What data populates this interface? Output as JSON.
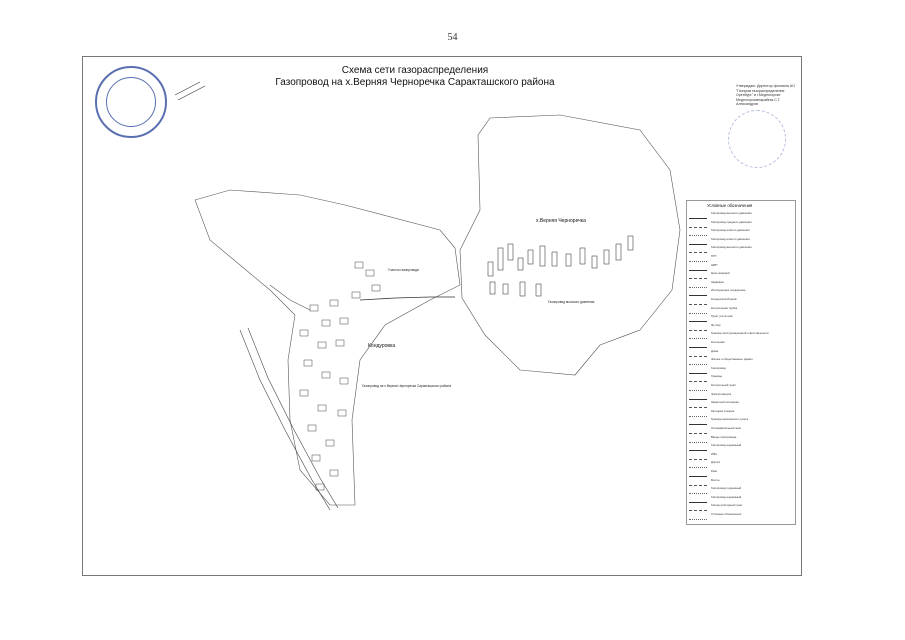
{
  "page_number": "54",
  "title": {
    "line1": "Схема сети газораспределения",
    "line2": "Газопровод на х.Верняя Черноречка Саракташского района"
  },
  "approval_text": "Утверждаю: Директор филиала АО \"Газпром газораспределение Оренбург\" в г.Медногорске Медногорскмежрайгаз С.Г. Александров",
  "labels": {
    "verhnyaya": "х.Верняя Черноречка",
    "kondurovka": "Кондуровка",
    "note_pipe": "Газопровод высокого давления",
    "note_area": "Участок газопровода",
    "note_ends": "Газопровод на х.Верняя Черноречка Саракташского района"
  },
  "legend": {
    "title": "Условные обозначения",
    "items": [
      "Газопровод высокого давления",
      "Газопровод среднего давления",
      "Газопровод низкого давления",
      "Газопровод низкого давления",
      "Газопровод высокого давления",
      "ГРП",
      "ШРП",
      "Кран шаровой",
      "Задвижка",
      "Изолирующее соединение",
      "Конденсатосборник",
      "Контрольная трубка",
      "Пункт учета газа",
      "Футляр",
      "Граница эксплуатационной ответственности",
      "Котельная",
      "Дома",
      "Жилые и общественные здания",
      "Газопровод",
      "Границы",
      "Контрольный пункт",
      "Электрозащита",
      "Защитный потенциал",
      "Катодная станция",
      "Граница населенного пункта",
      "Опознавательный знак",
      "Вводы газопровода",
      "Газопровод надземный",
      "ИФС",
      "Дороги",
      "Реки",
      "Мосты",
      "Газопровод подземный",
      "Газопровод надземный",
      "Газорегуляторный пункт",
      "Условные обозначения"
    ]
  }
}
